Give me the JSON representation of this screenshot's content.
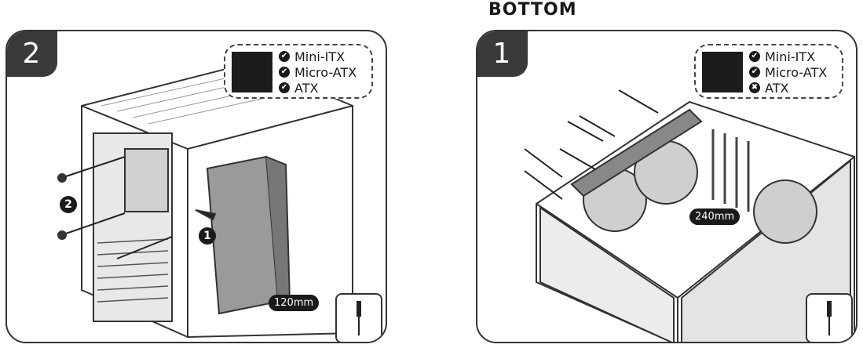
{
  "heading": "BOTTOM",
  "panels": [
    {
      "step": "2",
      "compatibility": [
        {
          "label": "Mini-ITX",
          "status": "check"
        },
        {
          "label": "Micro-ATX",
          "status": "check"
        },
        {
          "label": "ATX",
          "status": "check"
        }
      ],
      "callouts": [
        "1",
        "2"
      ],
      "dimension_label": "120mm",
      "tool_icon": "screwdriver-icon"
    },
    {
      "step": "1",
      "compatibility": [
        {
          "label": "Mini-ITX",
          "status": "check"
        },
        {
          "label": "Micro-ATX",
          "status": "check"
        },
        {
          "label": "ATX",
          "status": "cross"
        }
      ],
      "dimension_label": "240mm",
      "tool_icon": "screwdriver-icon"
    }
  ],
  "marks": {
    "check": "✔",
    "cross": "✖"
  }
}
